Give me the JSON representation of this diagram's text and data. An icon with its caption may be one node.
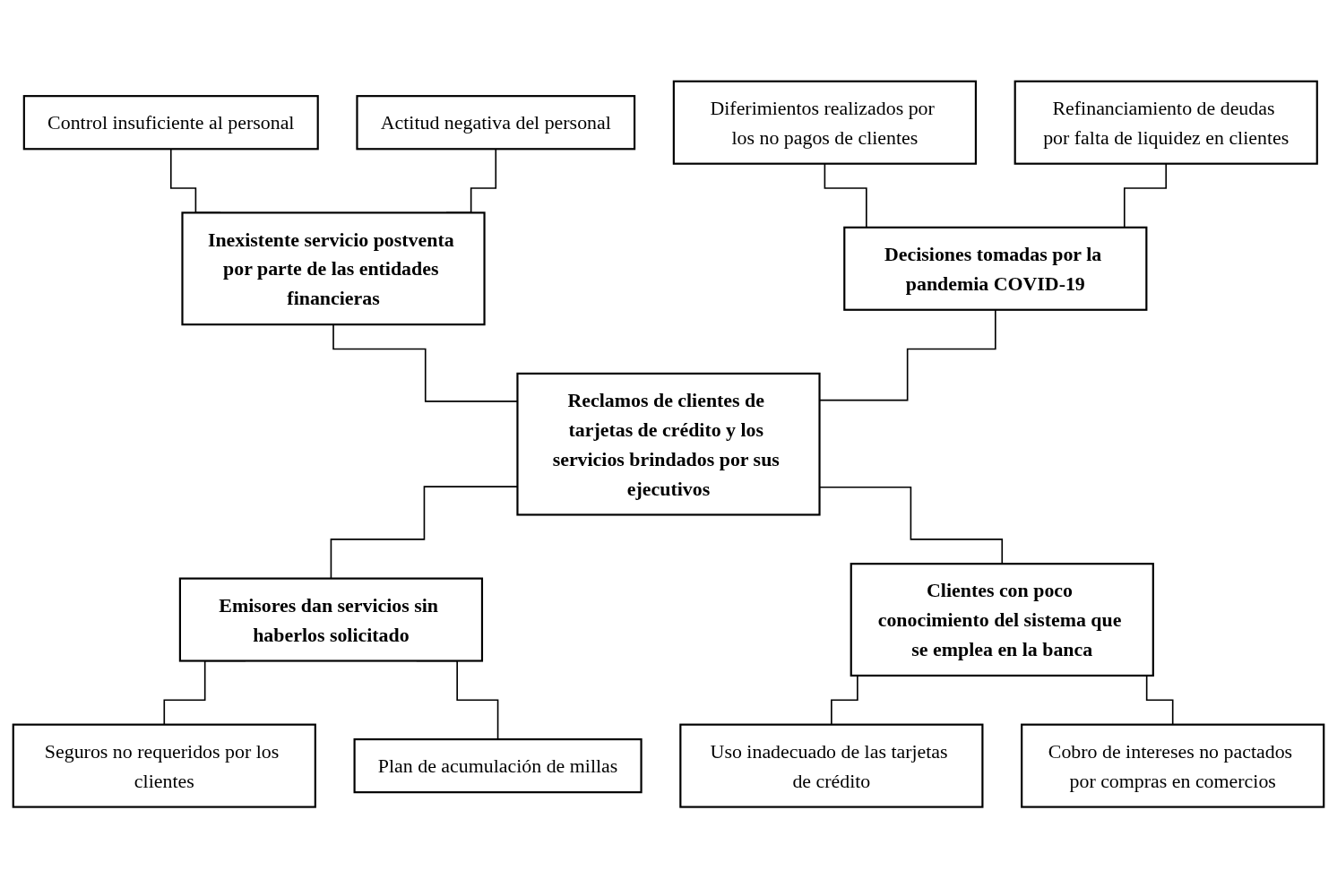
{
  "diagram": {
    "nodes": [
      {
        "text": [
          "Control insuficiente al personal"
        ]
      },
      {
        "text": [
          "Actitud negativa del personal"
        ]
      },
      {
        "text": [
          "Diferimientos realizados por los no pagos de clientes"
        ]
      },
      {
        "text": [
          "Refinanciamiento de deudas por falta de liquidez en clientes"
        ]
      },
      {
        "text": [
          "Inexistente servicio postventa por parte de las entidades financieras"
        ]
      },
      {
        "text": [
          "Decisiones tomadas por la pandemia COVID-19"
        ]
      },
      {
        "text": [
          "Reclamos de clientes de tarjetas de crédito y los servicios brindados por sus ejecutivos"
        ]
      },
      {
        "text": [
          "Emisores dan servicios sin haberlos solicitado"
        ]
      },
      {
        "text": [
          "Clientes con poco conocimiento del sistema que se emplea en la banca"
        ]
      },
      {
        "text": [
          "Seguros no requeridos por los clientes"
        ]
      },
      {
        "text": [
          "Plan de acumulación de millas"
        ]
      },
      {
        "text": [
          "Uso inadecuado de las tarjetas de crédito"
        ]
      },
      {
        "text": [
          "Cobro de intereses no pactados por compras en comercios"
        ]
      }
    ],
    "edges": [
      {
        "from": 0,
        "to": 4,
        "arrow": "none"
      },
      {
        "from": 1,
        "to": 4,
        "arrow": "none"
      },
      {
        "from": 2,
        "to": 5,
        "arrow": "none"
      },
      {
        "from": 3,
        "to": 5,
        "arrow": "none"
      },
      {
        "from": 4,
        "to": 6,
        "arrow": "none"
      },
      {
        "from": 5,
        "to": 6,
        "arrow": "none"
      },
      {
        "from": 6,
        "to": 7,
        "arrow": "none"
      },
      {
        "from": 6,
        "to": 8,
        "arrow": "none"
      },
      {
        "from": 7,
        "to": 9,
        "arrow": "none"
      },
      {
        "from": 7,
        "to": 10,
        "arrow": "none"
      },
      {
        "from": 8,
        "to": 11,
        "arrow": "none"
      },
      {
        "from": 8,
        "to": 12,
        "arrow": "none"
      }
    ]
  }
}
